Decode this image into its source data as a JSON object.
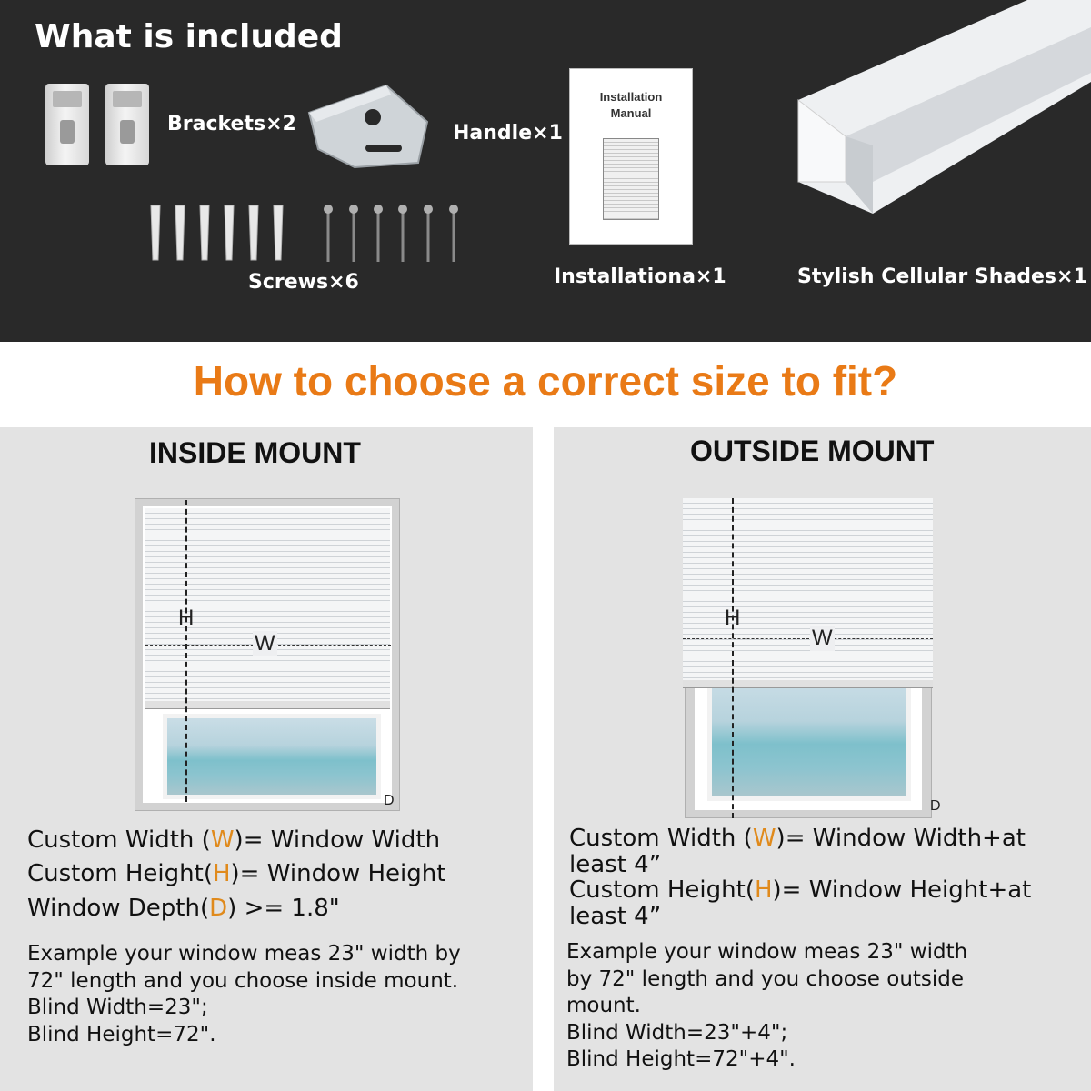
{
  "included": {
    "title": "What is included",
    "brackets": "Brackets×2",
    "handle": "Handle×1",
    "screws": "Screws×6",
    "manual": "Installationa×1",
    "shade": "Stylish Cellular Shades×1",
    "manual_cover": "Installation\nManual"
  },
  "heading": "How to choose a correct size to fit?",
  "inside": {
    "title": "INSIDE MOUNT",
    "h": "H",
    "w": "W",
    "d": "D",
    "f1": {
      "pre": "Custom Width (",
      "var": "W",
      "post": ")= Window Width"
    },
    "f2": {
      "pre": "Custom  Height(",
      "var": "H",
      "post": ")= Window Height"
    },
    "f3": {
      "pre": "Window Depth(",
      "var": "D",
      "post": ") >= 1.8\""
    },
    "example": [
      "Example your window meas 23\" width by",
      "72\" length and you choose inside mount.",
      "Blind Width=23\";",
      "Blind Height=72\"."
    ]
  },
  "outside": {
    "title": "OUTSIDE MOUNT",
    "h": "H",
    "w": "W",
    "d": "D",
    "f1": {
      "pre": "Custom Width (",
      "var": "W",
      "post": ")= Window Width+at"
    },
    "f1b": "least 4”",
    "f2": {
      "pre": "Custom  Height(",
      "var": "H",
      "post": ")= Window Height+at"
    },
    "f2b": "least 4”",
    "example": [
      "Example your window meas 23\" width",
      "by 72\" length and you choose outside",
      "mount.",
      "Blind Width=23\"+4\";",
      "Blind Height=72\"+4\"."
    ]
  }
}
